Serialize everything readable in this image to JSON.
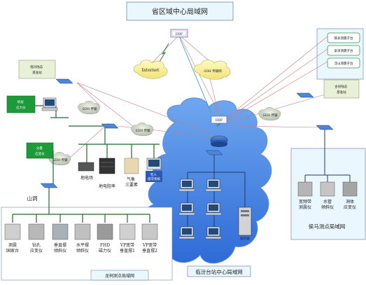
{
  "title": "省区域中心局域网",
  "cloud_labels": {
    "internet": "Internet",
    "sdh_top": "SDH 传输网",
    "sdh_left_upper": "SDH 传输",
    "sdh_left_lower": "SDH 传输",
    "sdh_mid": "SDH 传输",
    "sdh_right": "SDH 传输"
  },
  "ddf_top": "DDF",
  "ddf_center": "DDF",
  "left_station": "临汾陆态\n基准站",
  "right_station": "古县陆态\n基准站",
  "left_boxes": {
    "box1": "砂层\n应力仪",
    "box2": "分量\n应变仪"
  },
  "right_boxes": [
    "隰县测震子台",
    "安泽测震子台",
    "浮山测震子台"
  ],
  "shandong_label": "山洞",
  "lishi_devices": {
    "dianchang": "地电场",
    "dianzu": "地电阻率",
    "qixiang": "气象\n三要素",
    "wuren": "无人\n值守系统"
  },
  "bottom_devices": [
    {
      "label": "测震\n国家台"
    },
    {
      "label": "钻孔\n应变仪"
    },
    {
      "label": "垂直摆\n倾斜仪"
    },
    {
      "label": "水平摆\n倾斜仪"
    },
    {
      "label": "FHD\n磁力仪"
    },
    {
      "label": "VP宽带\n垂直摆1"
    },
    {
      "label": "VP宽带\n垂直摆2"
    }
  ],
  "right_devices": [
    {
      "label": "宽频带\n测震仪"
    },
    {
      "label": "水管\n倾斜仪"
    },
    {
      "label": "洞体\n应变仪"
    }
  ],
  "region_labels": {
    "longci": "龙祠测点局域网",
    "linfen": "临汾台站中心局域网",
    "houma": "侯马测点局域网"
  },
  "server_label": "服务器"
}
